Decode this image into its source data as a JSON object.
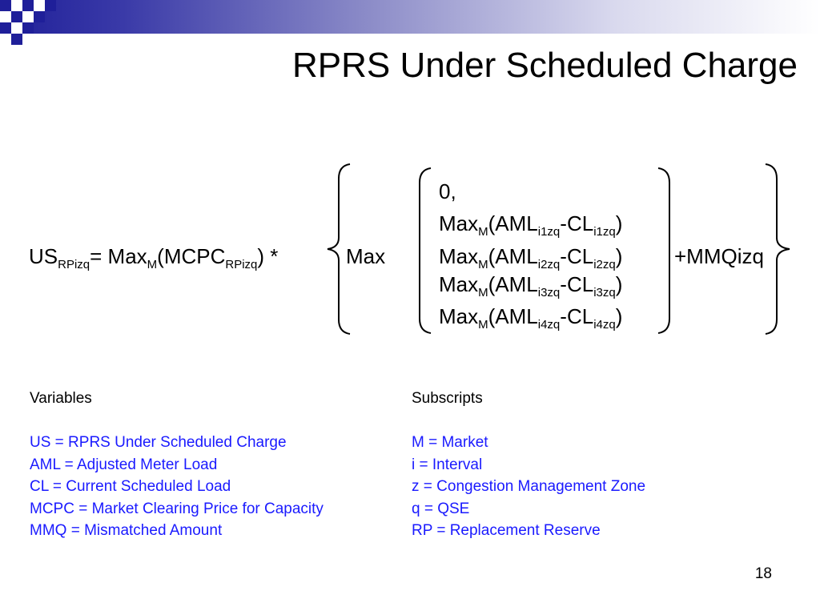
{
  "title": "RPRS Under Scheduled Charge",
  "equation": {
    "lhs": {
      "us": "US",
      "us_sub": "RPizq",
      "eq_max": "= Max",
      "m_sub": "M",
      "mcpc": "(MCPC",
      "mcpc_sub": "RPizq",
      "tail": ") *"
    },
    "max_label": "Max",
    "zero": "0,",
    "terms": [
      {
        "max": "Max",
        "m": "M",
        "aml": "(AML",
        "aml_sub": "i1zq",
        "cl": "-CL",
        "cl_sub": "i1zq",
        "close": ")"
      },
      {
        "max": "Max",
        "m": "M",
        "aml": "(AML",
        "aml_sub": "i2zq",
        "cl": "-CL",
        "cl_sub": "i2zq",
        "close": ")"
      },
      {
        "max": "Max",
        "m": "M",
        "aml": "(AML",
        "aml_sub": "i3zq",
        "cl": "-CL",
        "cl_sub": "i3zq",
        "close": ")"
      },
      {
        "max": "Max",
        "m": "M",
        "aml": "(AML",
        "aml_sub": "i4zq",
        "cl": "-CL",
        "cl_sub": "i4zq",
        "close": ")"
      }
    ],
    "plus": "+MMQizq"
  },
  "variables": {
    "heading": "Variables",
    "items": [
      "US = RPRS Under Scheduled Charge",
      "AML = Adjusted Meter Load",
      "CL = Current Scheduled Load",
      "MCPC = Market Clearing Price for Capacity",
      "MMQ = Mismatched Amount"
    ]
  },
  "subscripts": {
    "heading": "Subscripts",
    "items": [
      "M = Market",
      "i = Interval",
      "z = Congestion Management Zone",
      "q = QSE",
      "RP = Replacement Reserve"
    ]
  },
  "page_number": "18",
  "colors": {
    "accent": "#1f1f99",
    "definition_text": "#1a1aff"
  }
}
